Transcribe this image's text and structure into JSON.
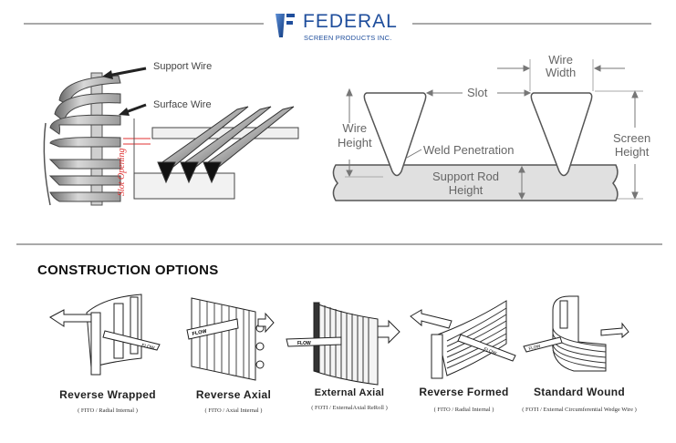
{
  "header": {
    "brand_name": "FEDERAL",
    "brand_tagline": "SCREEN PRODUCTS INC.",
    "brand_color": "#1f4e9c",
    "logo_icon": "federal-f-logo"
  },
  "wire_diagram": {
    "labels": {
      "support_wire": "Support Wire",
      "surface_wire": "Surface Wire",
      "slot_opening": "Slot Opening"
    },
    "slot_marker_color": "#e03030"
  },
  "cross_section": {
    "labels": {
      "wire_width": [
        "Wire",
        "Width"
      ],
      "slot": "Slot",
      "wire_height": [
        "Wire",
        "Height"
      ],
      "weld_penetration": "Weld Penetration",
      "support_rod_height": [
        "Support Rod",
        "Height"
      ],
      "screen_height": [
        "Screen",
        "Height"
      ]
    }
  },
  "construction": {
    "title": "CONSTRUCTION OPTIONS",
    "flow_label": "FLOW",
    "options": [
      {
        "name": "Reverse Wrapped",
        "detail": "( FITO / Radial Internal )",
        "icon": "reverse-wrapped-screen"
      },
      {
        "name": "Reverse Axial",
        "detail": "( FITO / Axial Internal )",
        "icon": "reverse-axial-screen"
      },
      {
        "name": "External Axial",
        "detail": "( FOTI / ExternalAxial ReRoll )",
        "icon": "external-axial-screen"
      },
      {
        "name": "Reverse Formed",
        "detail": "( FITO / Radial Internal )",
        "icon": "reverse-formed-screen"
      },
      {
        "name": "Standard Wound",
        "detail": "( FOTI / External Circumferential Wedge Wire )",
        "icon": "standard-wound-screen"
      }
    ]
  }
}
